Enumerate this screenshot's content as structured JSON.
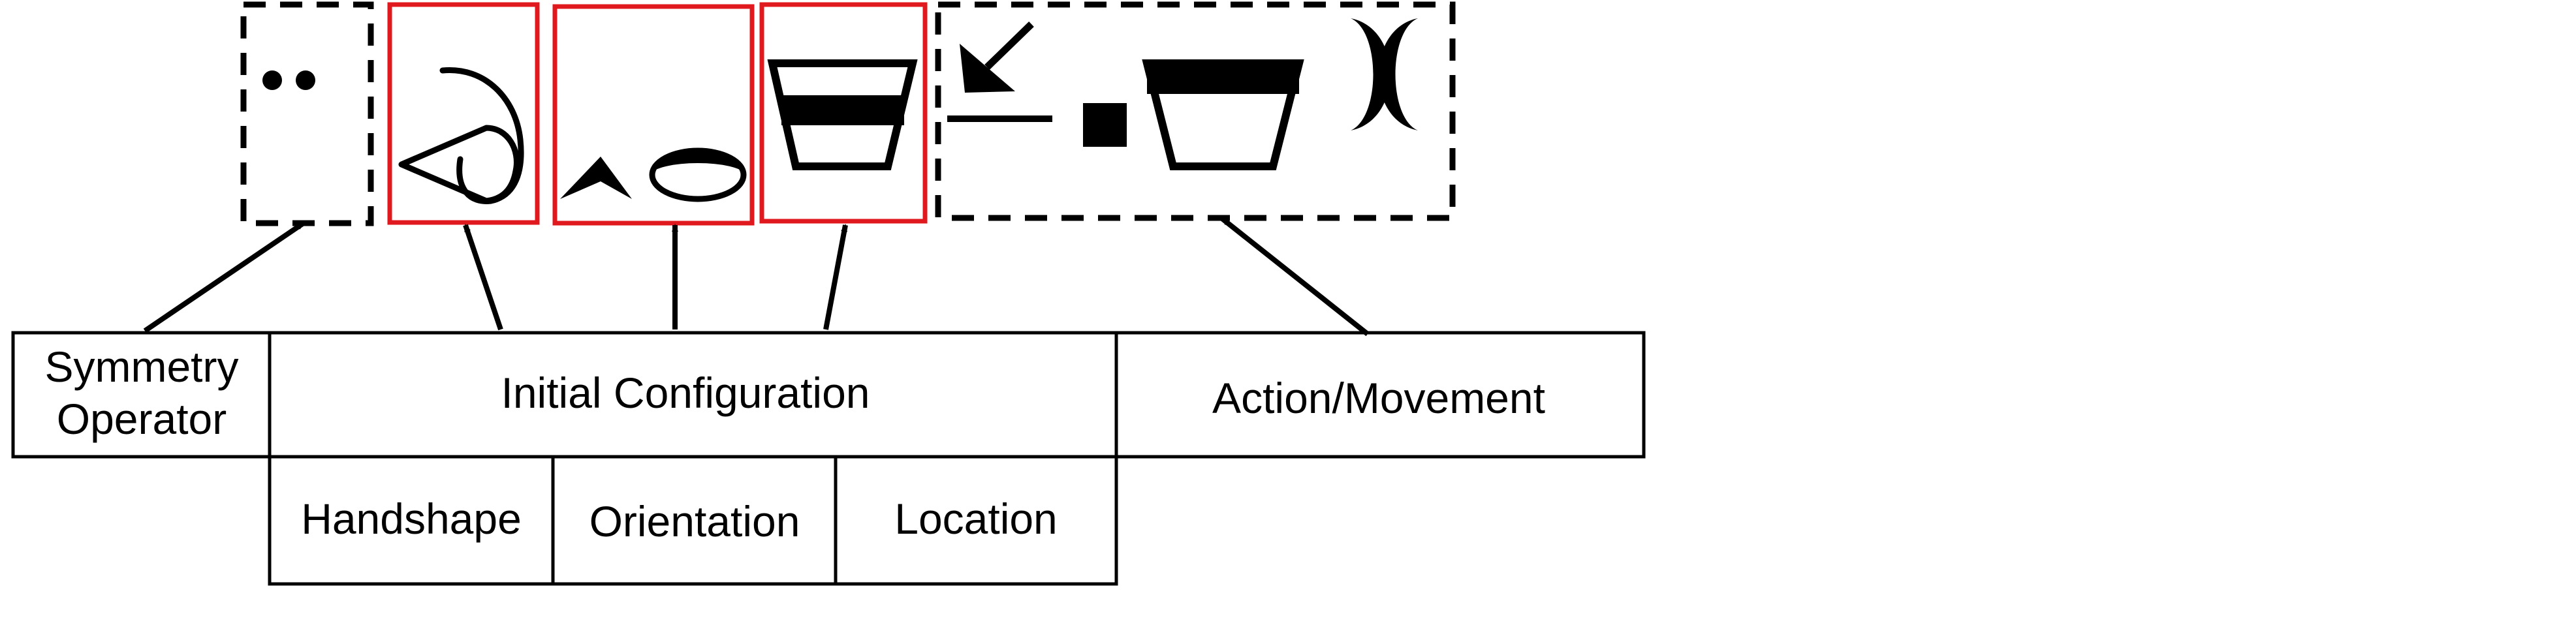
{
  "labels": {
    "symmetry_line1": "Symmetry",
    "symmetry_line2": "Operator",
    "initial_configuration": "Initial Configuration",
    "action_movement": "Action/Movement",
    "handshape": "Handshape",
    "orientation": "Orientation",
    "location": "Location"
  },
  "glyph_groups": {
    "symmetry": {
      "border": "dashed",
      "icon": "double-dot-icon"
    },
    "handshape": {
      "border": "solid-red",
      "icon": "handshape-glyph-icon"
    },
    "orientation": {
      "border": "solid-red",
      "icon": "orientation-glyph-icon"
    },
    "location": {
      "border": "solid-red",
      "icon": "location-trapezoid-icon"
    },
    "movement": {
      "border": "dashed",
      "icons": [
        "diagonal-arrow-icon",
        "square-icon",
        "trapezoid-icon",
        "contact-brackets-icon"
      ]
    }
  },
  "colors": {
    "highlight_border": "#e0191e",
    "ink": "#000000",
    "background": "#ffffff"
  }
}
